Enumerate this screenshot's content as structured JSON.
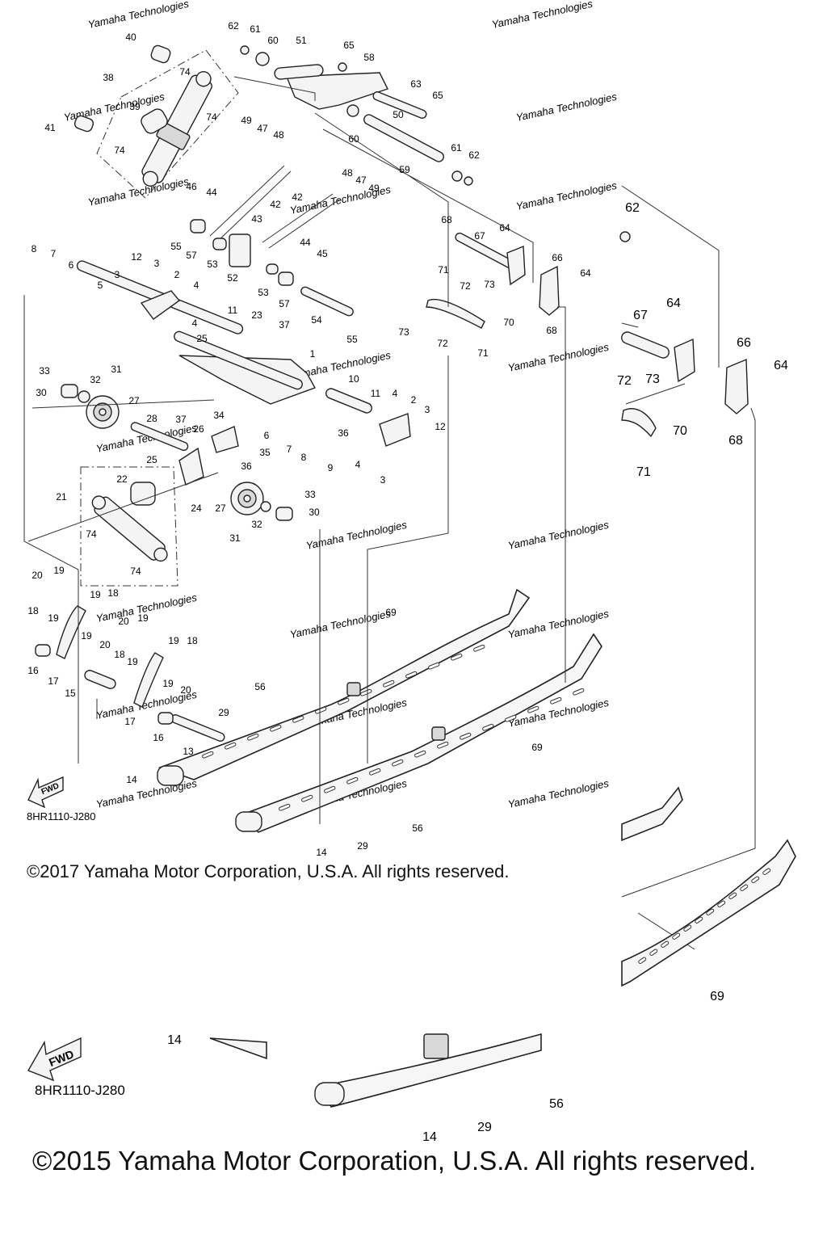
{
  "top": {
    "callouts": [
      {
        "id": "62a",
        "text": "62"
      },
      {
        "id": "61a",
        "text": "61"
      },
      {
        "id": "60a",
        "text": "60"
      },
      {
        "id": "51",
        "text": "51"
      },
      {
        "id": "65a",
        "text": "65"
      },
      {
        "id": "58",
        "text": "58"
      },
      {
        "id": "40",
        "text": "40"
      },
      {
        "id": "38",
        "text": "38"
      },
      {
        "id": "74a",
        "text": "74"
      },
      {
        "id": "39",
        "text": "39"
      },
      {
        "id": "74b",
        "text": "74"
      },
      {
        "id": "41",
        "text": "41"
      },
      {
        "id": "74c",
        "text": "74"
      },
      {
        "id": "63",
        "text": "63"
      },
      {
        "id": "65b",
        "text": "65"
      },
      {
        "id": "50",
        "text": "50"
      },
      {
        "id": "60b",
        "text": "60"
      },
      {
        "id": "59",
        "text": "59"
      },
      {
        "id": "61b",
        "text": "61"
      },
      {
        "id": "62b",
        "text": "62"
      },
      {
        "id": "49a",
        "text": "49"
      },
      {
        "id": "47a",
        "text": "47"
      },
      {
        "id": "48a",
        "text": "48"
      },
      {
        "id": "46",
        "text": "46"
      },
      {
        "id": "44a",
        "text": "44"
      },
      {
        "id": "42a",
        "text": "42"
      },
      {
        "id": "42b",
        "text": "42"
      },
      {
        "id": "48b",
        "text": "48"
      },
      {
        "id": "47b",
        "text": "47"
      },
      {
        "id": "49b",
        "text": "49"
      },
      {
        "id": "43",
        "text": "43"
      },
      {
        "id": "55a",
        "text": "55"
      },
      {
        "id": "57a",
        "text": "57"
      },
      {
        "id": "53a",
        "text": "53"
      },
      {
        "id": "52",
        "text": "52"
      },
      {
        "id": "44b",
        "text": "44"
      },
      {
        "id": "45",
        "text": "45"
      },
      {
        "id": "53b",
        "text": "53"
      },
      {
        "id": "57b",
        "text": "57"
      },
      {
        "id": "54",
        "text": "54"
      },
      {
        "id": "55b",
        "text": "55"
      },
      {
        "id": "68a",
        "text": "68"
      },
      {
        "id": "67a",
        "text": "67"
      },
      {
        "id": "64a",
        "text": "64"
      },
      {
        "id": "66a",
        "text": "66"
      },
      {
        "id": "64b",
        "text": "64"
      },
      {
        "id": "71a",
        "text": "71"
      },
      {
        "id": "72a",
        "text": "72"
      },
      {
        "id": "73a",
        "text": "73"
      },
      {
        "id": "70a",
        "text": "70"
      },
      {
        "id": "73b",
        "text": "73"
      },
      {
        "id": "72b",
        "text": "72"
      },
      {
        "id": "71b",
        "text": "71"
      },
      {
        "id": "68b",
        "text": "68"
      },
      {
        "id": "8a",
        "text": "8"
      },
      {
        "id": "7a",
        "text": "7"
      },
      {
        "id": "6a",
        "text": "6"
      },
      {
        "id": "5",
        "text": "5"
      },
      {
        "id": "3a",
        "text": "3"
      },
      {
        "id": "12a",
        "text": "12"
      },
      {
        "id": "3b",
        "text": "3"
      },
      {
        "id": "2a",
        "text": "2"
      },
      {
        "id": "4a",
        "text": "4"
      },
      {
        "id": "4b",
        "text": "4"
      },
      {
        "id": "11a",
        "text": "11"
      },
      {
        "id": "23",
        "text": "23"
      },
      {
        "id": "37a",
        "text": "37"
      },
      {
        "id": "25a",
        "text": "25"
      },
      {
        "id": "1",
        "text": "1"
      },
      {
        "id": "33a",
        "text": "33"
      },
      {
        "id": "31a",
        "text": "31"
      },
      {
        "id": "32a",
        "text": "32"
      },
      {
        "id": "30a",
        "text": "30"
      },
      {
        "id": "27a",
        "text": "27"
      },
      {
        "id": "10",
        "text": "10"
      },
      {
        "id": "11b",
        "text": "11"
      },
      {
        "id": "4c",
        "text": "4"
      },
      {
        "id": "2b",
        "text": "2"
      },
      {
        "id": "3c",
        "text": "3"
      },
      {
        "id": "12b",
        "text": "12"
      },
      {
        "id": "28",
        "text": "28"
      },
      {
        "id": "37b",
        "text": "37"
      },
      {
        "id": "34",
        "text": "34"
      },
      {
        "id": "26",
        "text": "26"
      },
      {
        "id": "6b",
        "text": "6"
      },
      {
        "id": "7b",
        "text": "7"
      },
      {
        "id": "8b",
        "text": "8"
      },
      {
        "id": "36a",
        "text": "36"
      },
      {
        "id": "9",
        "text": "9"
      },
      {
        "id": "35",
        "text": "35"
      },
      {
        "id": "25b",
        "text": "25"
      },
      {
        "id": "22",
        "text": "22"
      },
      {
        "id": "36b",
        "text": "36"
      },
      {
        "id": "4d",
        "text": "4"
      },
      {
        "id": "3d",
        "text": "3"
      },
      {
        "id": "21",
        "text": "21"
      },
      {
        "id": "24",
        "text": "24"
      },
      {
        "id": "27b",
        "text": "27"
      },
      {
        "id": "33b",
        "text": "33"
      },
      {
        "id": "30b",
        "text": "30"
      },
      {
        "id": "74d",
        "text": "74"
      },
      {
        "id": "32b",
        "text": "32"
      },
      {
        "id": "31b",
        "text": "31"
      },
      {
        "id": "74e",
        "text": "74"
      },
      {
        "id": "20a",
        "text": "20"
      },
      {
        "id": "19a",
        "text": "19"
      },
      {
        "id": "18a",
        "text": "18"
      },
      {
        "id": "19b",
        "text": "19"
      },
      {
        "id": "18b",
        "text": "18"
      },
      {
        "id": "19c",
        "text": "19"
      },
      {
        "id": "20b",
        "text": "20"
      },
      {
        "id": "19d",
        "text": "19"
      },
      {
        "id": "19e",
        "text": "19"
      },
      {
        "id": "20c",
        "text": "20"
      },
      {
        "id": "19f",
        "text": "19"
      },
      {
        "id": "18c",
        "text": "18"
      },
      {
        "id": "16a",
        "text": "16"
      },
      {
        "id": "17a",
        "text": "17"
      },
      {
        "id": "19g",
        "text": "19"
      },
      {
        "id": "15",
        "text": "15"
      },
      {
        "id": "18d",
        "text": "18"
      },
      {
        "id": "19h",
        "text": "19"
      },
      {
        "id": "20d",
        "text": "20"
      },
      {
        "id": "17b",
        "text": "17"
      },
      {
        "id": "16b",
        "text": "16"
      },
      {
        "id": "29a",
        "text": "29"
      },
      {
        "id": "13",
        "text": "13"
      },
      {
        "id": "14a",
        "text": "14"
      },
      {
        "id": "56a",
        "text": "56"
      },
      {
        "id": "69a",
        "text": "69"
      },
      {
        "id": "69b",
        "text": "69"
      },
      {
        "id": "56b",
        "text": "56"
      },
      {
        "id": "29b",
        "text": "29"
      },
      {
        "id": "14b",
        "text": "14"
      }
    ],
    "fwd_label": "FWD",
    "diagram_code": "8HR1110-J280",
    "copyright": "©2017 Yamaha Motor Corporation, U.S.A. All rights reserved.",
    "watermark": "Yamaha Technologies"
  },
  "bottom": {
    "callouts": [
      {
        "id": "62",
        "text": "62"
      },
      {
        "id": "67",
        "text": "67"
      },
      {
        "id": "64a",
        "text": "64"
      },
      {
        "id": "66",
        "text": "66"
      },
      {
        "id": "64b",
        "text": "64"
      },
      {
        "id": "72",
        "text": "72"
      },
      {
        "id": "73",
        "text": "73"
      },
      {
        "id": "70",
        "text": "70"
      },
      {
        "id": "68",
        "text": "68"
      },
      {
        "id": "71",
        "text": "71"
      },
      {
        "id": "69",
        "text": "69"
      },
      {
        "id": "14a",
        "text": "14"
      },
      {
        "id": "56",
        "text": "56"
      },
      {
        "id": "29",
        "text": "29"
      },
      {
        "id": "14b",
        "text": "14"
      }
    ],
    "fwd_label": "FWD",
    "diagram_code": "8HR1110-J280",
    "copyright": "©2015 Yamaha Motor Corporation, U.S.A. All rights reserved."
  }
}
